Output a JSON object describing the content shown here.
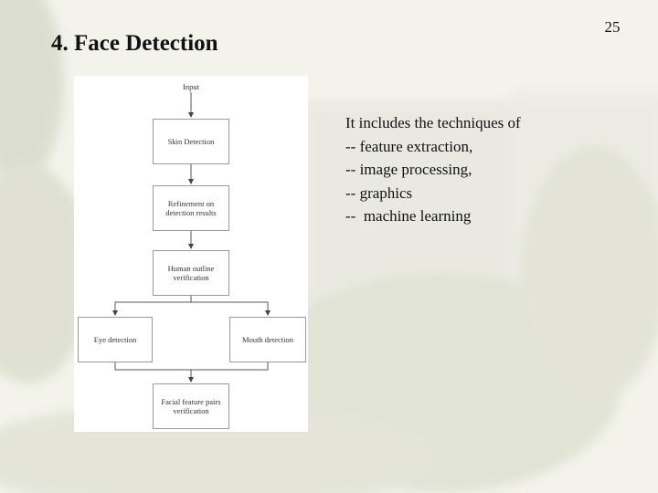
{
  "slide": {
    "page_number": "25",
    "title": "4.  Face Detection"
  },
  "flowchart": {
    "input_label": "Input",
    "steps": {
      "skin": "Skin Detection",
      "refine": "Refinement on\ndetection results",
      "outline": "Human outline\nverification",
      "eye": "Eye detection",
      "mouth": "Mouth detection",
      "final": "Facial feature pairs\nverification"
    }
  },
  "content": {
    "intro": "It includes the techniques of",
    "items": [
      "-- feature extraction,",
      "-- image processing,",
      "-- graphics",
      "--  machine learning"
    ]
  }
}
